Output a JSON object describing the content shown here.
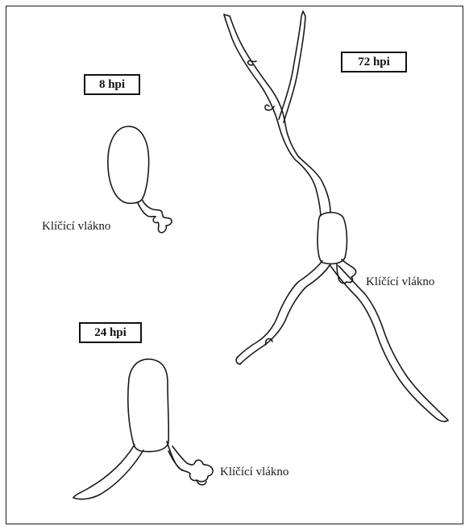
{
  "diagram": {
    "stages": [
      {
        "time_label": "8 hpi",
        "structure_label": "Klíčící vlákno"
      },
      {
        "time_label": "24 hpi",
        "structure_label": "Klíčící vlákno"
      },
      {
        "time_label": "72 hpi",
        "structure_label": "Klíčící vlákno"
      }
    ],
    "colors": {
      "line": "#1a1a1a",
      "background": "#ffffff",
      "frame": "#1a1a1a"
    }
  }
}
